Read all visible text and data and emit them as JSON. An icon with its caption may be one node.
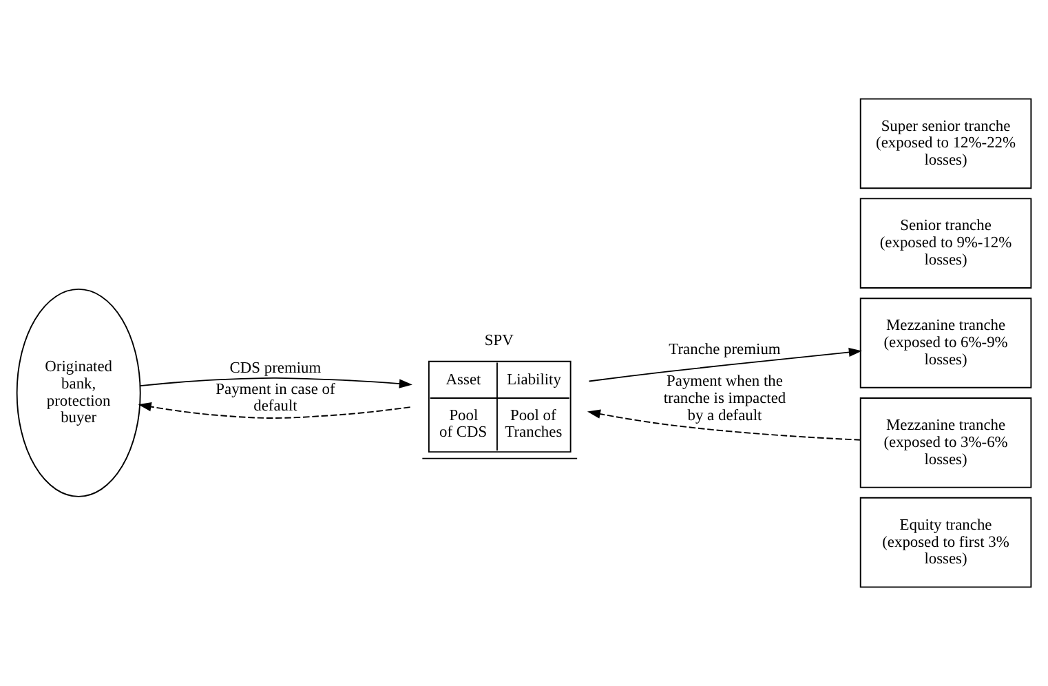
{
  "diagram": {
    "nodes": [
      {
        "text": [
          "Originated bank, protection buyer"
        ]
      },
      {
        "text": [
          "SPV",
          "Asset",
          "Liability",
          "Pool of CDS",
          "Pool of Tranches"
        ]
      },
      {
        "text": [
          "Super senior tranche (exposed to 12%-22% losses)"
        ]
      },
      {
        "text": [
          "Senior tranche (exposed to 9%-12% losses)"
        ]
      },
      {
        "text": [
          "Mezzanine tranche (exposed to 6%-9% losses)"
        ]
      },
      {
        "text": [
          "Mezzanine tranche (exposed to 3%-6% losses)"
        ]
      },
      {
        "text": [
          "Equity tranche (exposed to first 3% losses)"
        ]
      }
    ],
    "edges": [
      {
        "from": 0,
        "to": 1,
        "arrow": "to",
        "label": "CDS premium"
      },
      {
        "from": 1,
        "to": 0,
        "arrow": "to",
        "label": "Payment in case of default",
        "style": "dashed"
      },
      {
        "from": 1,
        "to": 4,
        "arrow": "to",
        "label": "Tranche premium"
      },
      {
        "from": 5,
        "to": 1,
        "arrow": "to",
        "label": "Payment when the tranche is impacted by a default",
        "style": "dashed"
      }
    ]
  }
}
